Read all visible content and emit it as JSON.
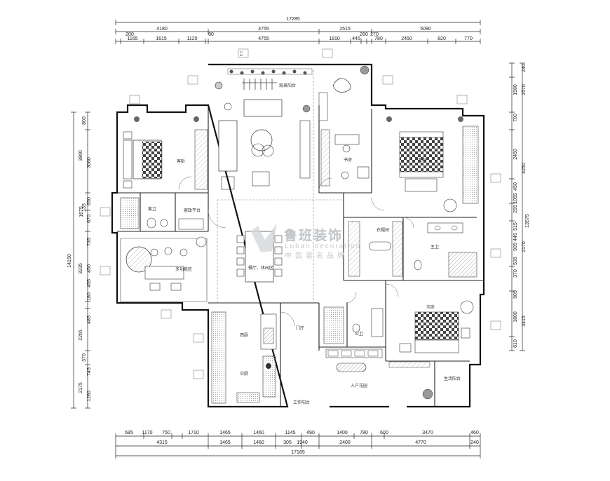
{
  "dimensions": {
    "top_total": "17285",
    "top_row1": [
      "4180",
      "4755",
      "2515",
      "5090"
    ],
    "top_row2": [
      "200",
      "1165",
      "1615",
      "1120",
      "80",
      "4755",
      "1810",
      "445",
      "260",
      "270",
      "780",
      "2450",
      "820",
      "770"
    ],
    "bottom_row1": [
      "685",
      "1170",
      "750",
      "1710",
      "1465",
      "1460",
      "1145",
      "490",
      "1400",
      "780",
      "600",
      "3470",
      "460"
    ],
    "bottom_row2": [
      "4315",
      "1465",
      "1460",
      "305",
      "1940",
      "2400",
      "4770",
      "240"
    ],
    "bottom_total": "17185",
    "left_total": "14150",
    "left_group_a": [
      "800",
      "3860",
      "3060"
    ],
    "left_group_b": [
      "1675",
      "135",
      "650",
      "670",
      "735",
      "3235",
      "450",
      "455",
      "180"
    ],
    "left_group_c": [
      "485",
      "2265",
      "370",
      "745",
      "2175",
      "1260"
    ],
    "right_total": "13575",
    "right_group_a": [
      "240",
      "1580",
      "2570",
      "700"
    ],
    "right_group_b": [
      "2450",
      "4250",
      "450",
      "1055",
      "295",
      "515",
      "445",
      "905",
      "2170",
      "535",
      "370"
    ],
    "right_group_c": [
      "905",
      "1800",
      "3415",
      "610"
    ]
  },
  "rooms": {
    "garden_terrace": "观景阳台",
    "bedroom_guest": "客卧",
    "bathroom_a": "客卫",
    "laundry": "家政平台",
    "multifunction": "多功能区",
    "study": "书房",
    "master_bedroom": "主卧",
    "master_closet": "衣帽间",
    "master_bath": "主卫",
    "dining": "餐厅、休闲区",
    "kitchen_west": "西厨",
    "kitchen_chinese": "中厨",
    "hallway": "门厅",
    "bathroom_b": "公卫",
    "child_bedroom": "次卧",
    "entrance": "入户花园",
    "balcony": "生活阳台",
    "service": "工作阳台"
  },
  "watermark": {
    "brand": "鲁班装饰",
    "latin": "Luban decoration",
    "slogan": "中国著名品牌"
  },
  "tag_text": [
    "A1",
    "B2"
  ]
}
